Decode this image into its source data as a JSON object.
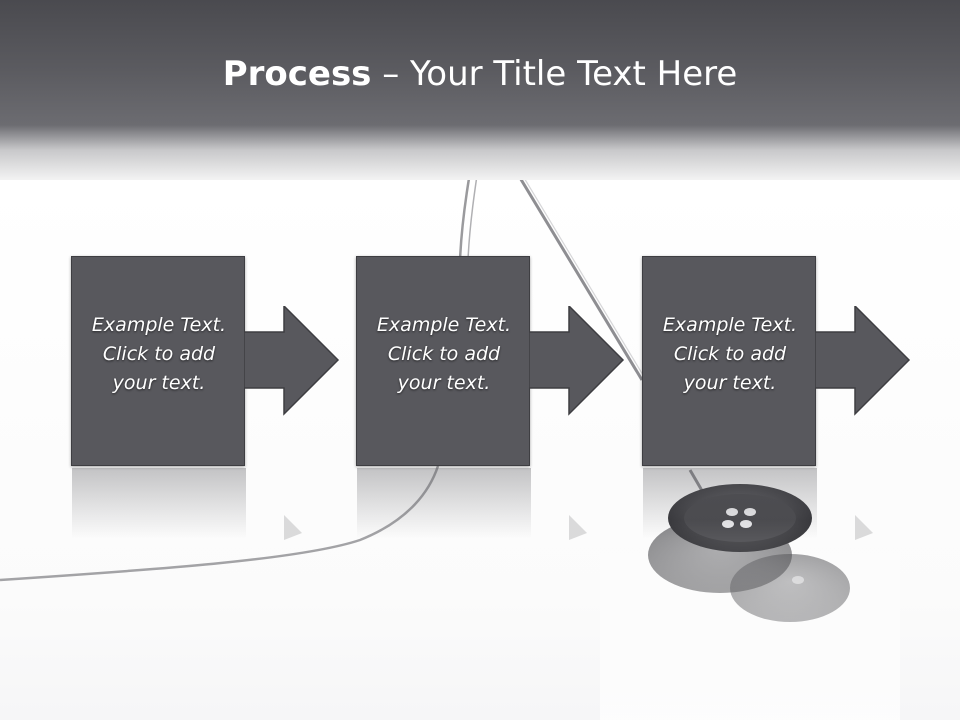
{
  "slide": {
    "title_bold": "Process",
    "title_rest": " – Your Title Text Here"
  },
  "steps": [
    {
      "text": "Example Text.\nClick  to add\nyour text."
    },
    {
      "text": "Example Text.\nClick  to add\nyour text."
    },
    {
      "text": "Example Text.\nClick  to add\nyour text."
    }
  ],
  "colors": {
    "header": "#5b5b60",
    "box_fill": "#58585d",
    "box_text": "#ffffff"
  },
  "decor": {
    "image": "needle-thread-buttons-photo"
  }
}
